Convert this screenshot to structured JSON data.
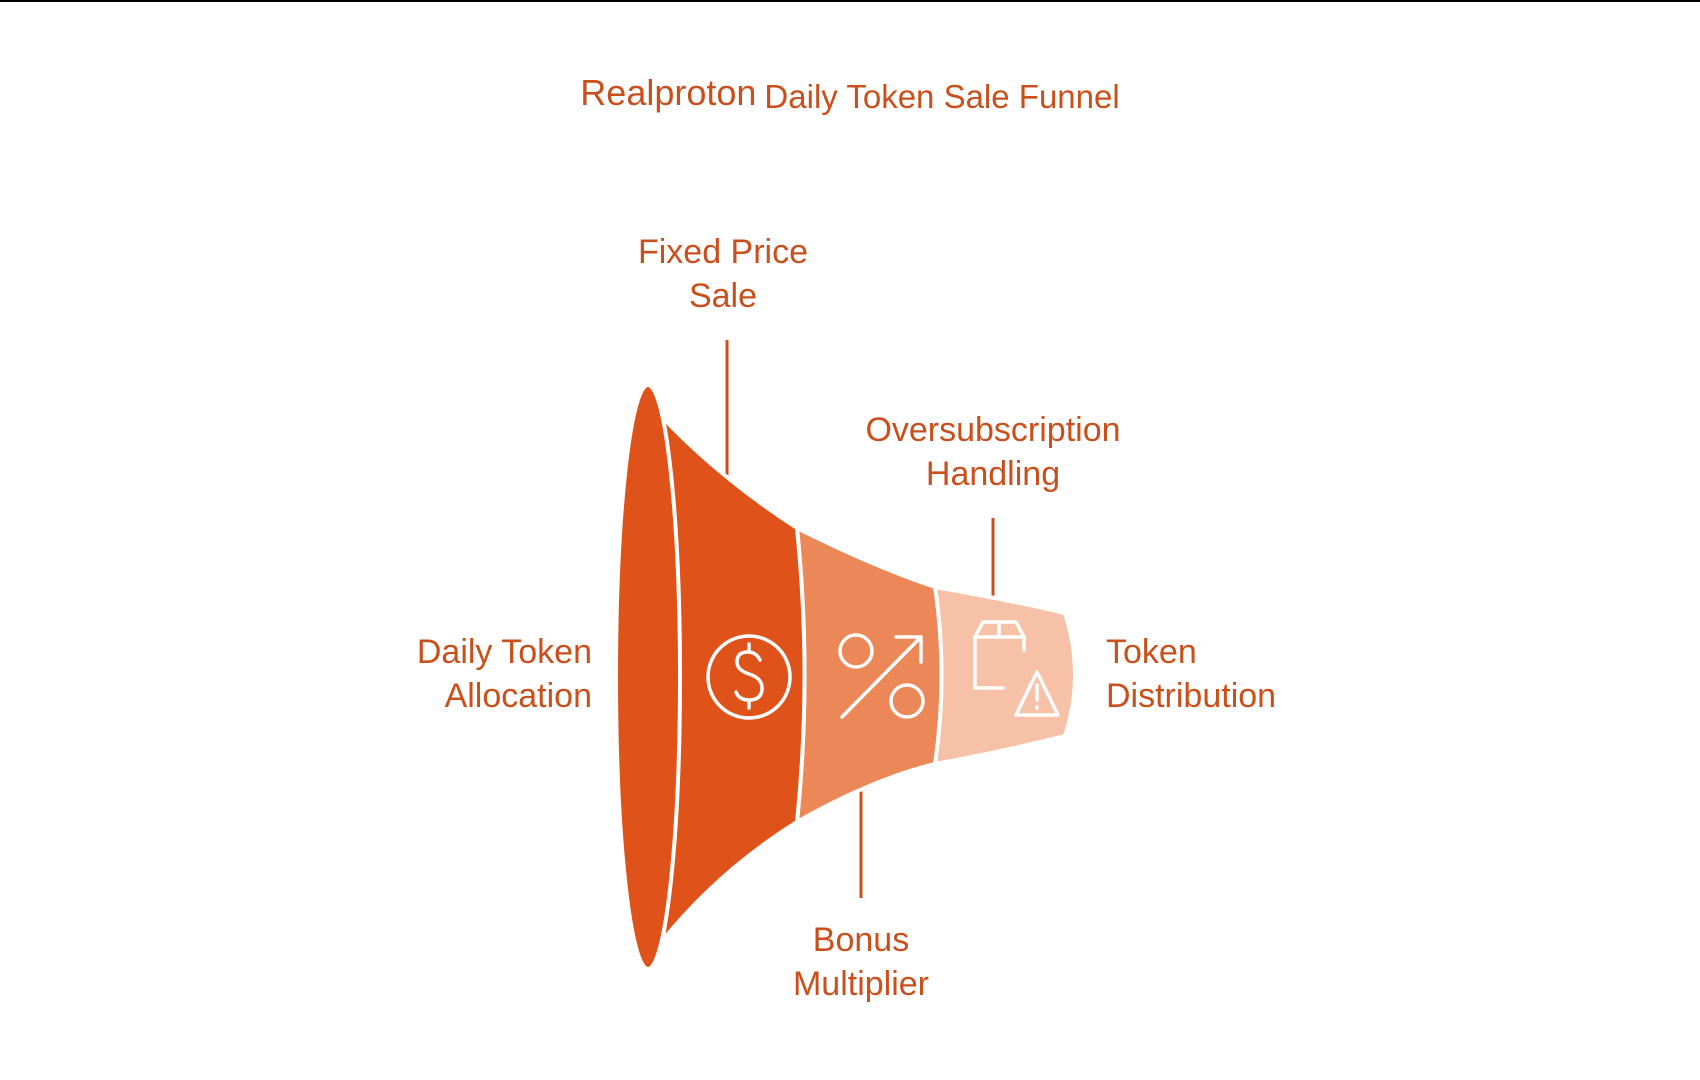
{
  "title": {
    "part1": "Realproton",
    "part2": "Daily Token Sale Funnel"
  },
  "stages": [
    {
      "id": "daily-token-allocation",
      "lines": [
        "Daily Token",
        "Allocation"
      ],
      "color": "#DF521A",
      "icon": "none"
    },
    {
      "id": "fixed-price-sale",
      "lines": [
        "Fixed Price",
        "Sale"
      ],
      "color": "#DF521A",
      "icon": "dollar-circle-icon"
    },
    {
      "id": "bonus-multiplier",
      "lines": [
        "Bonus",
        "Multiplier"
      ],
      "color": "#EC8758",
      "icon": "percent-icon"
    },
    {
      "id": "oversubscription-handling",
      "lines": [
        "Oversubscription",
        "Handling"
      ],
      "color": "#F7C1A8",
      "icon": "package-warning-icon"
    },
    {
      "id": "token-distribution",
      "lines": [
        "Token",
        "Distribution"
      ],
      "color": "#F7C1A8",
      "icon": "none"
    }
  ],
  "colors": {
    "text": "#C9501C",
    "leader_line": "#C9501C",
    "divider": "#FFFFFF"
  }
}
